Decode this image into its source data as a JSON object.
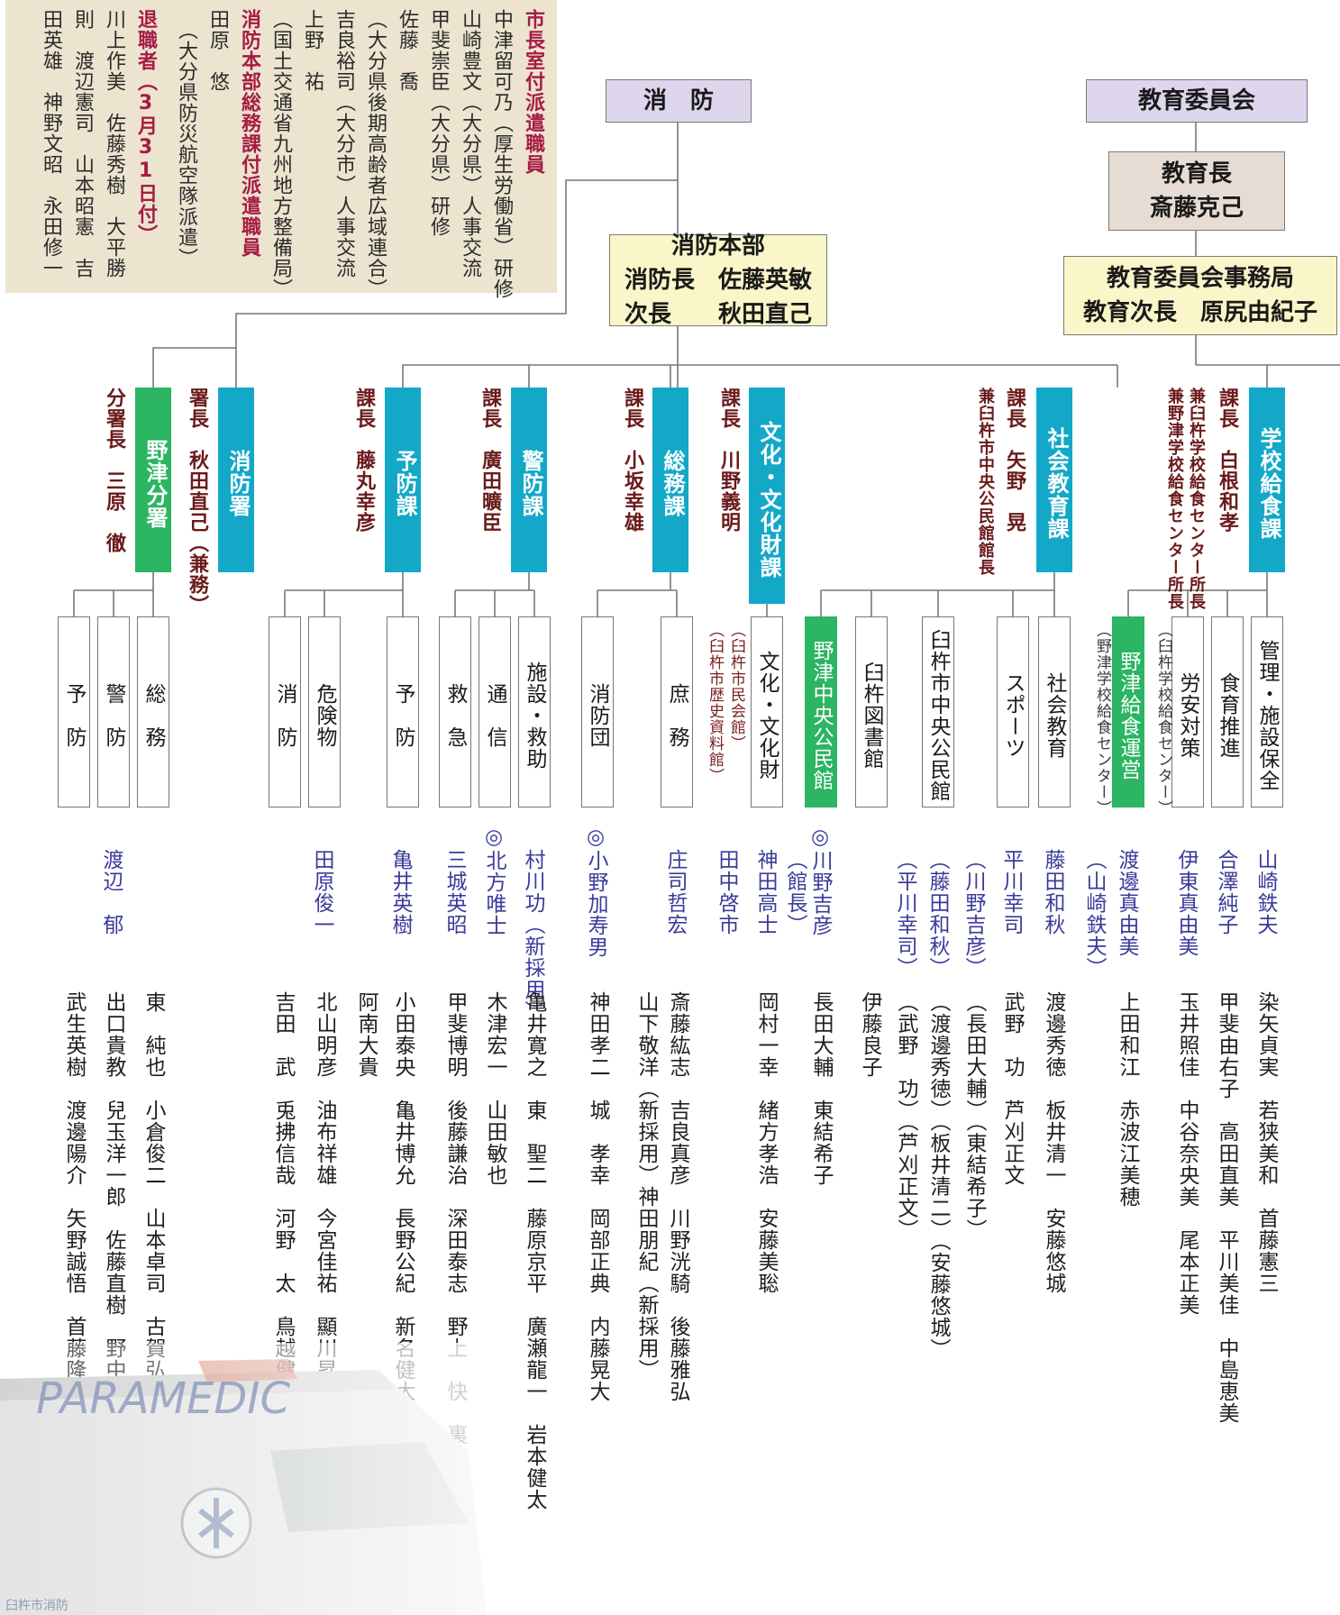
{
  "notes": {
    "columns": [
      {
        "text": "市長室付派遣職員",
        "red": true
      },
      {
        "text": "中津留可乃（厚生労働省）研修",
        "red": false
      },
      {
        "text": "山崎豊文（大分県）人事交流",
        "red": false
      },
      {
        "text": "甲斐崇臣（大分県）研修",
        "red": false
      },
      {
        "text": "佐藤　喬",
        "red": false
      },
      {
        "text": "（大分県後期高齢者広域連合）",
        "red": false
      },
      {
        "text": "吉良裕司（大分市）人事交流",
        "red": false
      },
      {
        "text": "上野　祐",
        "red": false
      },
      {
        "text": "（国土交通省九州地方整備局）",
        "red": false
      },
      {
        "text": "消防本部総務課付派遣職員",
        "red": true
      },
      {
        "text": "田原　悠",
        "red": false
      },
      {
        "text": "　（大分県防災航空隊派遣）",
        "red": false
      },
      {
        "text": "退職者（3月31日付）",
        "red": true
      },
      {
        "text": "川上作美　佐藤秀樹　大平勝",
        "red": false
      },
      {
        "text": "則　渡辺憲司　山本昭憲　吉",
        "red": false
      },
      {
        "text": "田英雄　神野文昭　永田修一",
        "red": false
      }
    ]
  },
  "headers": {
    "fire": "消　防",
    "fire_hq_title": "消防本部",
    "fire_hq_chief": "消防長　佐藤英敏",
    "fire_hq_deputy": "次長　　秋田直己",
    "edu_board": "教育委員会",
    "edu_super_title": "教育長",
    "edu_super_name": "斎藤克己",
    "edu_office_title": "教育委員会事務局",
    "edu_office_deputy": "教育次長　原尻由紀子"
  },
  "units": [
    {
      "label": "野津分署",
      "chief": "分署長　三原　徹"
    },
    {
      "label": "消防署",
      "chief": "署長　秋田直己（兼務）"
    },
    {
      "label": "予防課",
      "chief": "課長　藤丸幸彦"
    },
    {
      "label": "警防課",
      "chief": "課長　廣田曠臣"
    },
    {
      "label": "総務課",
      "chief": "課長　小坂幸雄"
    },
    {
      "label": "文化・文化財課",
      "chief": "課長　川野義明"
    },
    {
      "label": "社会教育課",
      "chief": "課長　矢野　晃",
      "extra": "兼臼杵市中央公民館館長"
    },
    {
      "label": "学校給食課",
      "chief": "課長　白根和孝",
      "extra": "兼臼杵学校給食センター所長",
      "extra2": "兼野津学校給食センター所長"
    }
  ],
  "sections": [
    {
      "label": "予　防"
    },
    {
      "label": "警　防"
    },
    {
      "label": "総　務"
    },
    {
      "label": "消　防"
    },
    {
      "label": "危険物"
    },
    {
      "label": "予　防"
    },
    {
      "label": "救　急"
    },
    {
      "label": "通　信"
    },
    {
      "label": "施設・救助"
    },
    {
      "label": "消防団"
    },
    {
      "label": "庶　務"
    },
    {
      "label": "文化・文化財"
    },
    {
      "label": "野津中央公民館"
    },
    {
      "label": "臼杵図書館"
    },
    {
      "label": "臼杵市中央公民館"
    },
    {
      "label": "スポーツ"
    },
    {
      "label": "社会教育"
    },
    {
      "label": "野津給食運営"
    },
    {
      "label": "労安対策"
    },
    {
      "label": "食育推進"
    },
    {
      "label": "管理・施設保全"
    }
  ],
  "parens": [
    "（臼杵市民会館）",
    "（臼杵市歴史資料館）",
    "（野津学校給食センター）",
    "（臼杵学校給食センター）"
  ],
  "leaders": [
    "渡辺　郁",
    "田原俊一",
    "亀井英樹",
    "三城英昭",
    "◎北方唯士",
    "村川功（新採用）",
    "◎小野加寿男",
    "庄司哲宏",
    "田中啓市",
    "神田高士",
    "◎川野吉彦",
    "（館長）",
    "（平川幸司）",
    "（藤田和秋）",
    "（川野吉彦）",
    "平川幸司",
    "藤田和秋",
    "（山崎鉄夫）",
    "渡邊真由美",
    "伊東真由美",
    "合澤純子",
    "山崎鉄夫"
  ],
  "staff": [
    {
      "text": "東　純也　小倉俊二　山本卓司　古賀弘毅"
    },
    {
      "text": "出口貴教　兒玉洋一郎　佐藤直樹　野中洋輝"
    },
    {
      "text": "武生英樹　渡邊陽介　矢野誠悟　首藤隆紀　藤田啓城"
    },
    {
      "text": "吉田　武　兎拂信哉　河野　太　鳥越健介"
    },
    {
      "text": "北山明彦　油布祥雄　今宮佳祐　顯川昇平　諏訪拓朗"
    },
    {
      "text": "阿南大貴"
    },
    {
      "text": "小田泰央　亀井博允　長野公紀　新名健太郎　高倉魁人"
    },
    {
      "text": "甲斐博明　後藤謙治　深田泰志　野上　快　裏このみ"
    },
    {
      "text": "木津宏一　山田敏也"
    },
    {
      "text": "亀井寛之　東　聖二　藤原京平　廣瀬龍一　岩本健太"
    },
    {
      "text": "神田孝二　城　孝幸　岡部正典　内藤晃大"
    },
    {
      "text": "山下敬洋（新採用）神田朋紀（新採用）"
    },
    {
      "text": "斎藤紘志　吉良真彦　川野洸騎　後藤雅弘"
    },
    {
      "text": "岡村一幸　緒方孝浩　安藤美聡"
    },
    {
      "text": "長田大輔　東結希子"
    },
    {
      "text": "伊藤良子"
    },
    {
      "text": "（武野　功）（芦刈正文）"
    },
    {
      "text": "（渡邊秀徳）（板井清二）（安藤悠城）"
    },
    {
      "text": "（長田大輔）（東結希子）"
    },
    {
      "text": "武野　功　芦刈正文"
    },
    {
      "text": "渡邊秀徳　板井清一　安藤悠城"
    },
    {
      "text": "上田和江　赤波江美穂"
    },
    {
      "text": "玉井照佳　中谷奈央美　尾本正美"
    },
    {
      "text": "甲斐由右子　高田直美　平川美佳　中島恵美"
    },
    {
      "text": "染矢貞実　若狭美和　首藤憲三"
    }
  ],
  "ambulance": {
    "paramedic": "PARAMEDIC",
    "side_text": "臼杵市消防"
  },
  "colors": {
    "cyan": "#13a8c8",
    "green": "#2cb562",
    "purple_box": "#ddd6ec",
    "yellow_box": "#fbf6c9",
    "beige_box": "#e7dcd3",
    "note_bg": "#ece4cf",
    "red_text": "#a61c45"
  }
}
